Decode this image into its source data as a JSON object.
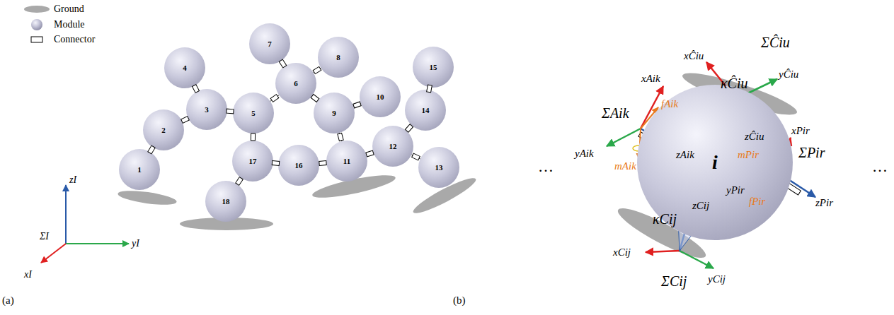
{
  "diagram": {
    "nodes": [
      {
        "text": [
          "1"
        ]
      },
      {
        "text": [
          "2"
        ]
      },
      {
        "text": [
          "3"
        ]
      },
      {
        "text": [
          "4"
        ]
      },
      {
        "text": [
          "5"
        ]
      },
      {
        "text": [
          "6"
        ]
      },
      {
        "text": [
          "7"
        ]
      },
      {
        "text": [
          "8"
        ]
      },
      {
        "text": [
          "9"
        ]
      },
      {
        "text": [
          "10"
        ]
      },
      {
        "text": [
          "11"
        ]
      },
      {
        "text": [
          "12"
        ]
      },
      {
        "text": [
          "13"
        ]
      },
      {
        "text": [
          "14"
        ]
      },
      {
        "text": [
          "15"
        ]
      },
      {
        "text": [
          "16"
        ]
      },
      {
        "text": [
          "17"
        ]
      },
      {
        "text": [
          "18"
        ]
      },
      {
        "text": [
          "i"
        ]
      }
    ],
    "edges": [
      {
        "from": 0,
        "to": 1,
        "arrow": "none"
      },
      {
        "from": 1,
        "to": 2,
        "arrow": "none"
      },
      {
        "from": 2,
        "to": 3,
        "arrow": "none"
      },
      {
        "from": 2,
        "to": 4,
        "arrow": "none"
      },
      {
        "from": 4,
        "to": 5,
        "arrow": "none"
      },
      {
        "from": 5,
        "to": 6,
        "arrow": "none"
      },
      {
        "from": 5,
        "to": 7,
        "arrow": "none"
      },
      {
        "from": 5,
        "to": 8,
        "arrow": "none"
      },
      {
        "from": 8,
        "to": 9,
        "arrow": "none"
      },
      {
        "from": 8,
        "to": 10,
        "arrow": "none"
      },
      {
        "from": 10,
        "to": 11,
        "arrow": "none"
      },
      {
        "from": 11,
        "to": 13,
        "arrow": "none"
      },
      {
        "from": 13,
        "to": 14,
        "arrow": "none"
      },
      {
        "from": 11,
        "to": 12,
        "arrow": "none"
      },
      {
        "from": 10,
        "to": 15,
        "arrow": "none"
      },
      {
        "from": 15,
        "to": 16,
        "arrow": "none"
      },
      {
        "from": 4,
        "to": 16,
        "arrow": "none"
      },
      {
        "from": 16,
        "to": 17,
        "arrow": "none"
      }
    ],
    "labels": [
      "(a)",
      "(b)",
      "ΣI",
      "xI",
      "yI",
      "zI",
      "…",
      "…",
      "xAik",
      "ΣAik",
      "yAik",
      "zAik",
      "fAik",
      "mAik",
      "xĈiu",
      "ΣĈiu",
      "yĈiu",
      "zĈiu",
      "κĈiu",
      "xPir",
      "ΣPir",
      "yPir",
      "zPir",
      "fPir",
      "mPir",
      "zCij",
      "κCij",
      "xCij",
      "ΣCij",
      "yCij"
    ],
    "legend": [
      {
        "text": "Ground"
      },
      {
        "text": "Module"
      },
      {
        "text": "Connector"
      }
    ]
  }
}
